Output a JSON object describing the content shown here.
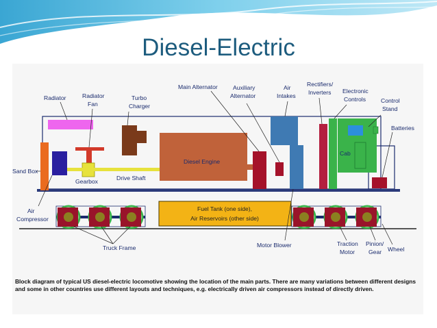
{
  "title": "Diesel-Electric",
  "colors": {
    "header_wave": "#4fb3d9",
    "title": "#1d5c7e",
    "radiator": "#ee66ee",
    "engine": "#c0623a",
    "fuel_tank": "#f3b315",
    "drive_shaft": "#e7e23c",
    "cab": "#3ab34a",
    "air_intake": "#3f7ab3",
    "rectifier": "#b31f3f",
    "wheel_ring": "#3ab34a",
    "wheel": "#99142a",
    "label": "#1a2b6d"
  },
  "diagram": {
    "labels": {
      "radiator": "Radiator",
      "radiator_fan_1": "Radiator",
      "radiator_fan_2": "Fan",
      "turbo_1": "Turbo",
      "turbo_2": "Charger",
      "main_alternator": "Main Alternator",
      "aux_1": "Auxiliary",
      "aux_2": "Alternator",
      "air_intakes_1": "Air",
      "air_intakes_2": "Intakes",
      "rectifiers_1": "Rectifiers/",
      "rectifiers_2": "Inverters",
      "electronic_1": "Electronic",
      "electronic_2": "Controls",
      "control_stand_1": "Control",
      "control_stand_2": "Stand",
      "batteries": "Batteries",
      "sand_box": "Sand Box",
      "diesel_engine": "Diesel Engine",
      "gearbox": "Gearbox",
      "drive_shaft": "Drive Shaft",
      "cab": "Cab",
      "fuel_tank_1": "Fuel Tank (one side),",
      "fuel_tank_2": "Air Reservoirs (other side)",
      "air_compressor_1": "Air",
      "air_compressor_2": "Compressor",
      "truck_frame": "Truck Frame",
      "motor_blower": "Motor Blower",
      "traction_1": "Traction",
      "traction_2": "Motor",
      "pinion_1": "Pinion/",
      "pinion_2": "Gear",
      "wheel": "Wheel"
    },
    "caption": "Block diagram of typical US diesel-electric locomotive showing the location of the main parts.  There are many variations between different designs and some in other countries use different layouts and techniques, e.g. electrically driven air compressors instead of directly driven."
  }
}
